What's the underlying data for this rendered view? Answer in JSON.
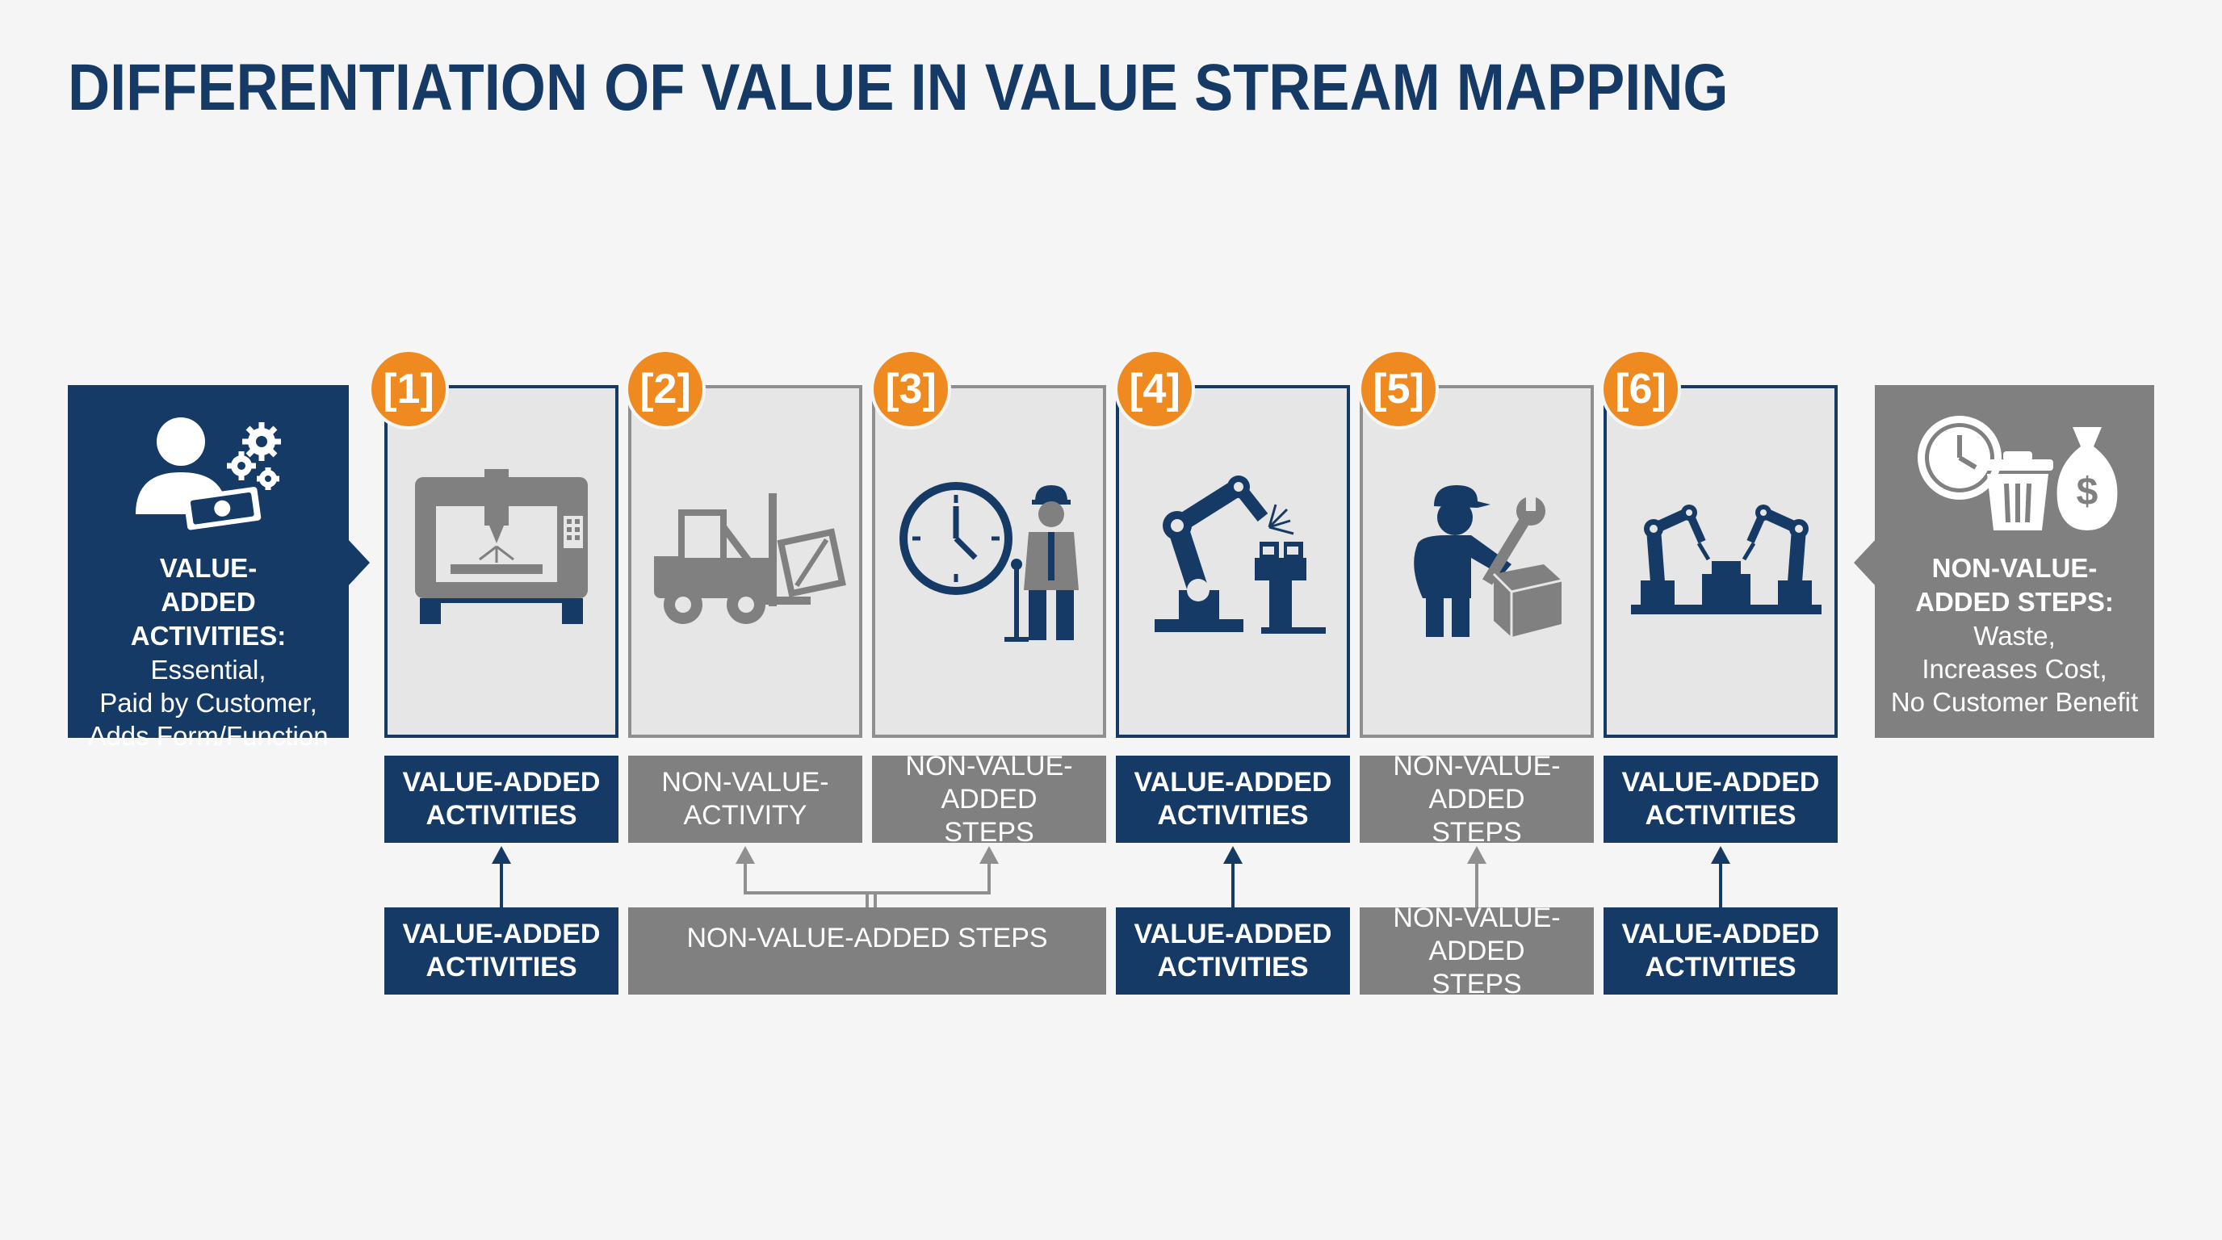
{
  "title": "DIFFERENTIATION OF VALUE IN VALUE STREAM MAPPING",
  "colors": {
    "navy": "#163a66",
    "grey": "#808080",
    "accent": "#ee8a1f",
    "background": "#f5f5f5"
  },
  "left_box": {
    "icon": "person-gears-money-icon",
    "heading": "VALUE-ADDED ACTIVITIES:",
    "lines": [
      "Essential,",
      "Paid by Customer,",
      "Adds Form/Function"
    ]
  },
  "right_box": {
    "icon": "clock-trash-moneybag-icon",
    "heading": "NON-VALUE-ADDED STEPS:",
    "lines": [
      "Waste,",
      "Increases Cost,",
      "No Customer Benefit"
    ]
  },
  "steps": [
    {
      "badge": "[1]",
      "type": "value-added",
      "icon": "cnc-machine-icon",
      "label_top": [
        "VALUE-ADDED",
        "ACTIVITIES"
      ],
      "label_bottom": [
        "VALUE-ADDED",
        "ACTIVITIES"
      ]
    },
    {
      "badge": "[2]",
      "type": "non-value-added",
      "icon": "forklift-icon",
      "label_top": [
        "NON-VALUE-",
        "ACTIVITY"
      ]
    },
    {
      "badge": "[3]",
      "type": "non-value-added",
      "icon": "clock-worker-waiting-icon",
      "label_top": [
        "NON-VALUE-ADDED",
        "STEPS"
      ]
    },
    {
      "badge": "[4]",
      "type": "value-added",
      "icon": "robot-arm-welding-icon",
      "label_top": [
        "VALUE-ADDED",
        "ACTIVITIES"
      ],
      "label_bottom": [
        "VALUE-ADDED",
        "ACTIVITIES"
      ]
    },
    {
      "badge": "[5]",
      "type": "non-value-added",
      "icon": "worker-wrench-box-icon",
      "label_top": [
        "NON-VALUE-ADDED",
        "STEPS"
      ],
      "label_bottom": [
        "NON-VALUE-ADDED",
        "STEPS"
      ]
    },
    {
      "badge": "[6]",
      "type": "value-added",
      "icon": "robot-assembly-line-icon",
      "label_top": [
        "VALUE-ADDED",
        "ACTIVITIES"
      ],
      "label_bottom": [
        "VALUE-ADDED",
        "ACTIVITIES"
      ]
    }
  ],
  "merged_bottom_label": "NON-VALUE-ADDED STEPS"
}
